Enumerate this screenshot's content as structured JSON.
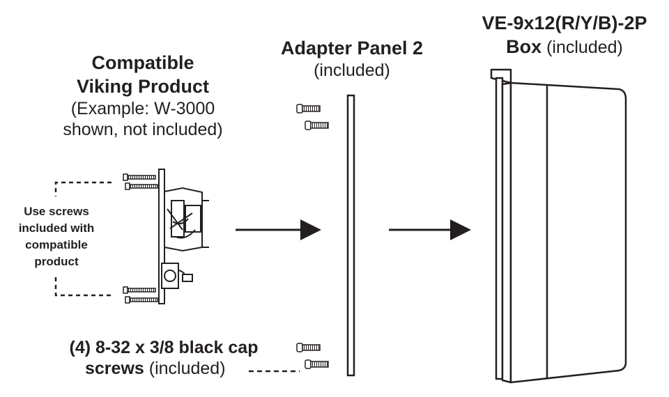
{
  "product": {
    "title_line1": "Compatible",
    "title_line2": "Viking Product",
    "note_line1": "(Example: W-3000",
    "note_line2": "shown, not included)"
  },
  "adapter": {
    "title": "Adapter Panel 2",
    "note": "(included)"
  },
  "box": {
    "title": "VE-9x12(R/Y/B)-2P",
    "title2_bold": "Box",
    "title2_note": " (included)"
  },
  "screws_note": {
    "line1": "Use screws",
    "line2": "included with",
    "line3": "compatible",
    "line4": "product"
  },
  "cap_screws": {
    "line1": "(4) 8-32 x 3/8 black cap",
    "line2_bold": "screws",
    "line2_note": " (included)"
  }
}
